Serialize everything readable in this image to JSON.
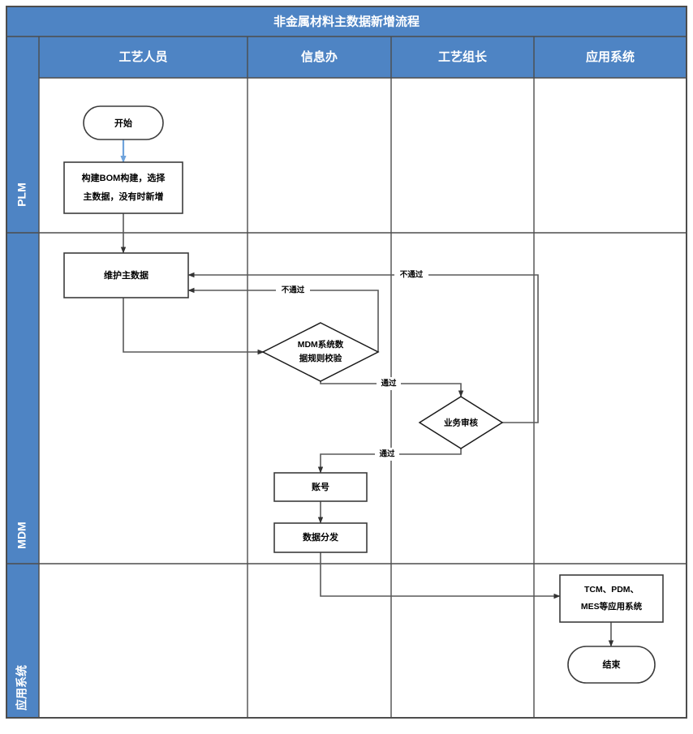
{
  "title": "非金属材料主数据新增流程",
  "columns": [
    {
      "id": "col-process-staff",
      "label": "工艺人员"
    },
    {
      "id": "col-info-office",
      "label": "信息办"
    },
    {
      "id": "col-process-leader",
      "label": "工艺组长"
    },
    {
      "id": "col-app-system",
      "label": "应用系统"
    }
  ],
  "rows": [
    {
      "id": "row-plm",
      "label": "PLM"
    },
    {
      "id": "row-mdm",
      "label": "MDM"
    },
    {
      "id": "row-app",
      "label": "应用系统"
    }
  ],
  "nodes": {
    "start": {
      "label": "开始",
      "shape": "terminator"
    },
    "build_bom": {
      "line1": "构建BOM构建，选择",
      "line2": "主数据，没有时新增",
      "shape": "process"
    },
    "maintain_master_data": {
      "label": "维护主数据",
      "shape": "process"
    },
    "mdm_rule_check": {
      "line1": "MDM系统数",
      "line2": "据规则校验",
      "shape": "decision"
    },
    "business_review": {
      "label": "业务审核",
      "shape": "decision"
    },
    "account": {
      "label": "账号",
      "shape": "process"
    },
    "data_distribution": {
      "label": "数据分发",
      "shape": "process"
    },
    "app_systems": {
      "line1": "TCM、PDM、",
      "line2": "MES等应用系统",
      "shape": "process"
    },
    "end": {
      "label": "结束",
      "shape": "terminator"
    }
  },
  "edge_labels": {
    "review_fail": "不通过",
    "rulecheck_fail": "不通过",
    "rulecheck_pass": "通过",
    "review_pass": "通过"
  },
  "colors": {
    "band": "#4e84c4",
    "band_stroke": "#2b5285",
    "grid": "#4d4d4d",
    "shape_stroke": "#3c3c3c",
    "connector": "#595959",
    "connector_start": "#6fa3dc",
    "text_on_band": "#ffffff",
    "text": "#000000"
  }
}
